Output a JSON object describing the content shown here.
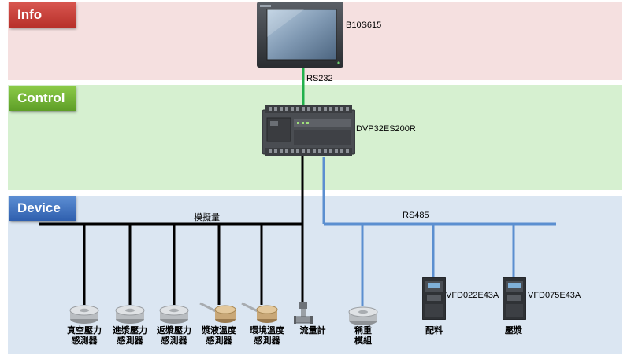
{
  "bands": {
    "info": "Info",
    "control": "Control",
    "device": "Device"
  },
  "hmi": {
    "model": "B10S615"
  },
  "plc": {
    "model": "DVP32ES200R"
  },
  "links": {
    "hmi_plc": "RS232",
    "analog_bus": "模擬量",
    "rs485_bus": "RS485"
  },
  "sensors": [
    {
      "line1": "真空壓力",
      "line2": "感測器",
      "kind": "load-cell"
    },
    {
      "line1": "進漿壓力",
      "line2": "感測器",
      "kind": "load-cell"
    },
    {
      "line1": "返漿壓力",
      "line2": "感測器",
      "kind": "load-cell"
    },
    {
      "line1": "漿液溫度",
      "line2": "感測器",
      "kind": "temp-probe"
    },
    {
      "line1": "環境溫度",
      "line2": "感測器",
      "kind": "temp-probe"
    },
    {
      "line1": "流量計",
      "line2": "",
      "kind": "flowmeter"
    }
  ],
  "rs485_devices": {
    "weighing": {
      "line1": "稱重",
      "line2": "模組"
    },
    "vfd1": {
      "model": "VFD022E43A",
      "label": "配料"
    },
    "vfd2": {
      "model": "VFD075E43A",
      "label": "壓漿"
    }
  },
  "colors": {
    "info_band": "#f5e0e0",
    "control_band": "#d6f0d0",
    "device_band": "#dbe6f2",
    "rs232_line": "#22b14c",
    "analog_line": "#000000",
    "rs485_line": "#5b8fd0"
  }
}
